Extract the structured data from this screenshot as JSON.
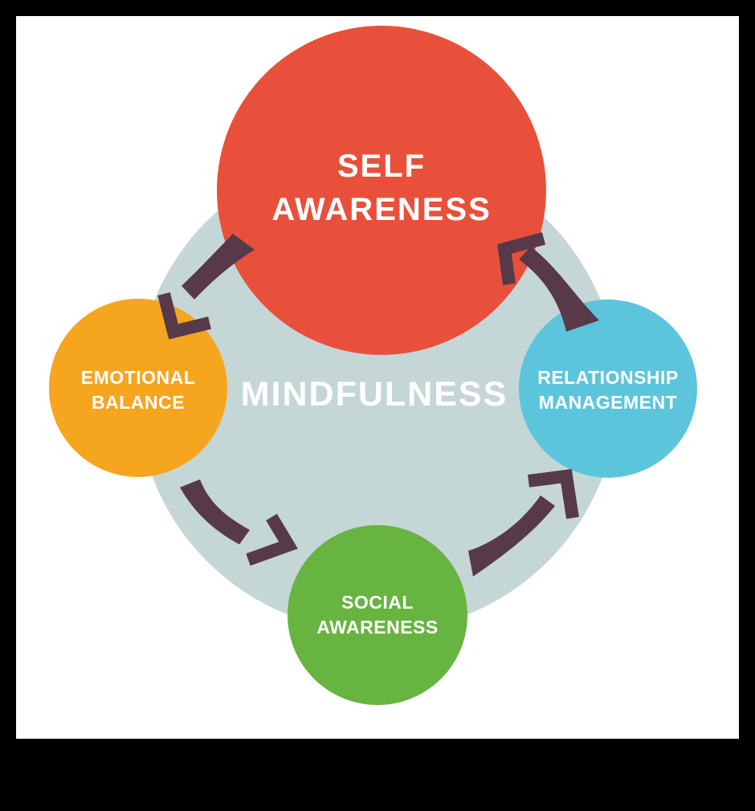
{
  "frame": {
    "color": "#000000"
  },
  "canvas": {
    "color": "#FFFFFF"
  },
  "text_color": "#FFFFFF",
  "center": {
    "label": "MINDFULNESS",
    "bg_color": "#C5D6D7"
  },
  "nodes": {
    "self": {
      "line1": "SELF",
      "line2": "AWARENESS",
      "color": "#E8503C"
    },
    "emotional": {
      "line1": "EMOTIONAL",
      "line2": "BALANCE",
      "color": "#F6A51F"
    },
    "relationship": {
      "line1": "RELATIONSHIP",
      "line2": "MANAGEMENT",
      "color": "#5CC5DC"
    },
    "social": {
      "line1": "SOCIAL",
      "line2": "AWARENESS",
      "color": "#67B441"
    }
  },
  "arrows": {
    "color": "#57394A"
  }
}
